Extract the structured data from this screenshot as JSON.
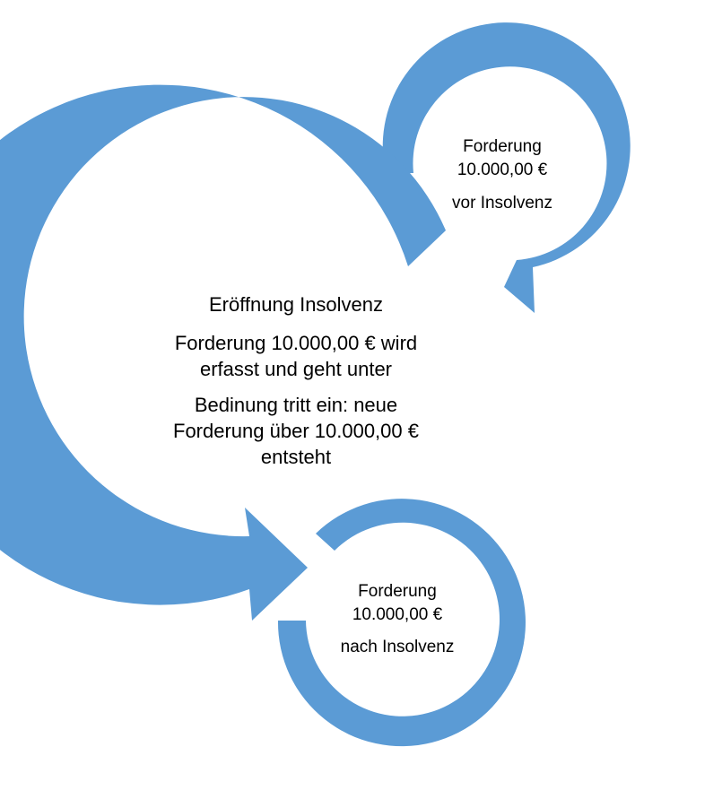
{
  "colors": {
    "arrow_fill": "#5b9bd5",
    "text": "#000000",
    "background": "#ffffff"
  },
  "cycle_top": {
    "amount": "Forderung\n10.000,00 €",
    "state": "vor Insolvenz"
  },
  "cycle_center": {
    "title": "Eröffnung Insolvenz",
    "line_1": "Forderung 10.000,00 € wird\nerfasst und geht unter",
    "line_2": "Bedinung tritt ein: neue\nForderung über 10.000,00 €\nentsteht"
  },
  "cycle_bottom": {
    "amount": "Forderung\n10.000,00 €",
    "state": "nach Insolvenz"
  }
}
